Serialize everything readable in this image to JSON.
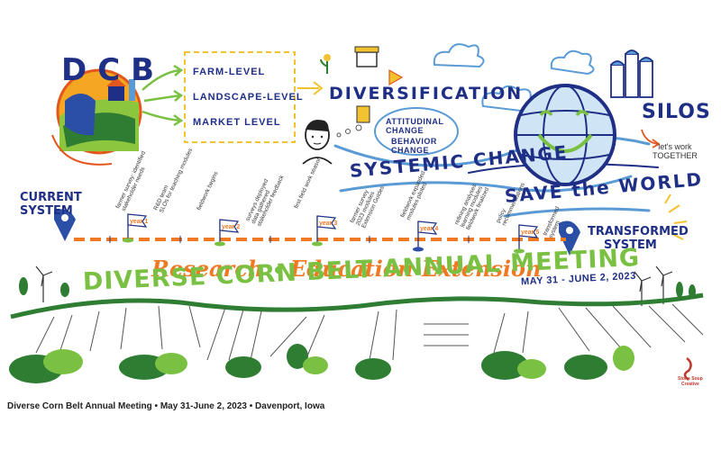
{
  "header": {
    "acronym": "DCB",
    "levels": [
      "FARM-LEVEL",
      "LANDSCAPE-LEVEL",
      "MARKET LEVEL"
    ],
    "diversification": "DIVERSIFICATION",
    "bubbles": [
      "ATTITUDINAL CHANGE",
      "BEHAVIOR CHANGE"
    ]
  },
  "right": {
    "silos": "SILOS",
    "together": [
      "let's work",
      "TOGETHER"
    ]
  },
  "waves": {
    "systemic_change": "SYSTEMIC CHANGE",
    "save_the_world": "SAVE the WORLD"
  },
  "timeline": {
    "current_system": [
      "CURRENT",
      "SYSTEM"
    ],
    "transformed_system": [
      "TRANSFORMED",
      "SYSTEM"
    ],
    "years": [
      "year 1",
      "year 2",
      "year 3",
      "year 4",
      "year 5"
    ],
    "notes": [
      [
        "farmer survey: identified",
        "stakeholder needs"
      ],
      [
        "R&D team",
        "SLOs for teaching modules"
      ],
      [
        "fieldwork begins"
      ],
      [
        "surveys deployed",
        "data gathered",
        "stakeholder feedback"
      ],
      [
        "first field work season"
      ],
      [
        "farmer survey",
        "2023 modules",
        "Extension Guides"
      ],
      [
        "fieldwork expanded",
        "modules piloted"
      ],
      [
        "refining analyses",
        "learning modules",
        "fieldwork finalized"
      ],
      [
        "policy",
        "recommendations"
      ],
      [
        "transformed",
        "system"
      ]
    ]
  },
  "pillars": [
    "Research",
    "Education",
    "Extension"
  ],
  "meeting": {
    "title": "DIVERSE CORN BELT ANNUAL MEETING",
    "dates": "MAY 31 - JUNE 2, 2023"
  },
  "footer": "Diverse Corn Belt Annual Meeting • May 31-June 2, 2023 • Davenport, Iowa",
  "logo": [
    "Stone Soup",
    "Creative"
  ],
  "colors": {
    "navy": "#1f2f86",
    "orange": "#f07a24",
    "green": "#7ac143",
    "dark_green": "#2f7d32",
    "sky": "#5b9bd5"
  }
}
